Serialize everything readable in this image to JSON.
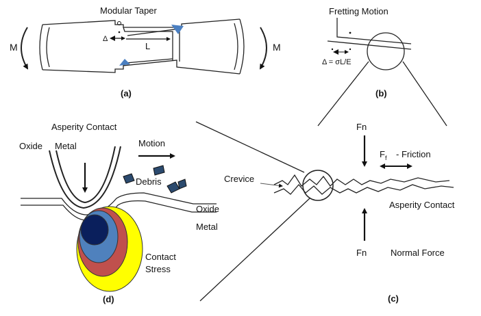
{
  "panel_a": {
    "title": "Modular Taper",
    "moment_left": "M",
    "moment_right": "M",
    "delta": "Δ",
    "length": "L",
    "caption": "(a)"
  },
  "panel_b": {
    "title": "Fretting Motion",
    "formula": "Δ = σL/E",
    "caption": "(b)"
  },
  "panel_c": {
    "normal_top": "Fn",
    "friction_symbol": "F",
    "friction_sub": "f",
    "friction_label": "- Friction",
    "crevice": "Crevice",
    "asperity": "Asperity Contact",
    "normal_bottom": "Fn",
    "normal_force": "Normal Force",
    "caption": "(c)"
  },
  "panel_d": {
    "asperity": "Asperity Contact",
    "oxide_top": "Oxide",
    "metal_top": "Metal",
    "motion": "Motion",
    "debris": "Debris",
    "oxide_right": "Oxide",
    "metal_right": "Metal",
    "contact": "Contact",
    "stress": "Stress",
    "caption": "(d)"
  },
  "colors": {
    "wedge": "#4a7fc1",
    "debris": "#2b4a6e",
    "stress_outer": "#ffff00",
    "stress_red": "#c0504d",
    "stress_blue": "#4f81bd",
    "stress_core": "#0a1f5c"
  }
}
